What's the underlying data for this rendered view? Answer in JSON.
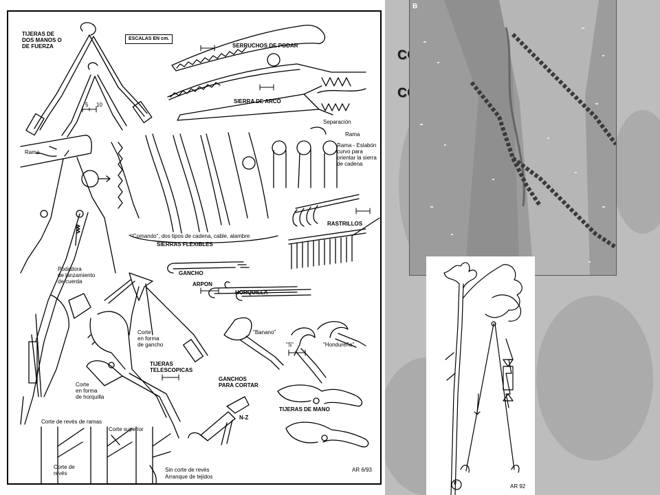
{
  "background": {
    "heading_lines": [
      "CO",
      "CC"
    ]
  },
  "diagram": {
    "labels": {
      "tijeras_dos_manos": "TIJERAS DE\nDOS MANOS O\nDE FUERZA",
      "escalas": "ESCALAS\nEN cm.",
      "serruchos": "SERRUCHOS DE PODAR",
      "sierra_arco": "SIERRA DE ARCO",
      "separacion": "Separación",
      "rama_left": "Rama",
      "rama_right": "Rama",
      "rama_eslabon": "Rama - Eslabón\ncurvo para\norientar la sierra\nde cadena",
      "comando": "\"Comando\", dos tipos de cadena, cable, alambre",
      "sierras_flexibles": "SIERRAS FLEXIBLES",
      "rastrillos": "RASTRILLOS",
      "podadora": "Podadora\nde lanzamiento\nde cuerda",
      "gancho": "GANCHO",
      "arpon": "ARPON",
      "horquilla": "HORQUILLA",
      "banano": "\"Banano\"",
      "s_hook": "\"S\"",
      "hondureno": "\"Hondureño\"",
      "corte_gancho": "Corte\nen forma\nde gancho",
      "tijeras_telescopicas": "TIJERAS\nTELESCOPICAS",
      "corte_horquilla": "Corte\nen forma\nde horquilla",
      "ganchos_cortar": "GANCHOS\nPARA CORTAR",
      "nz": "N-Z",
      "tijeras_mano": "TIJERAS DE MANO",
      "corte_reves_ramas": "Corte de revés de ramas",
      "corte_superior": "Corte superior",
      "corte_reves": "Corte de\nrevés",
      "sin_corte": "Sin corte de revés",
      "arranque": "Arranque de tejidos",
      "signature": "AR 6/93",
      "scale_5": "5",
      "scale_10": "10"
    }
  },
  "photo": {
    "label": "B"
  },
  "figure": {
    "label": "F",
    "signature": "AR 92"
  }
}
